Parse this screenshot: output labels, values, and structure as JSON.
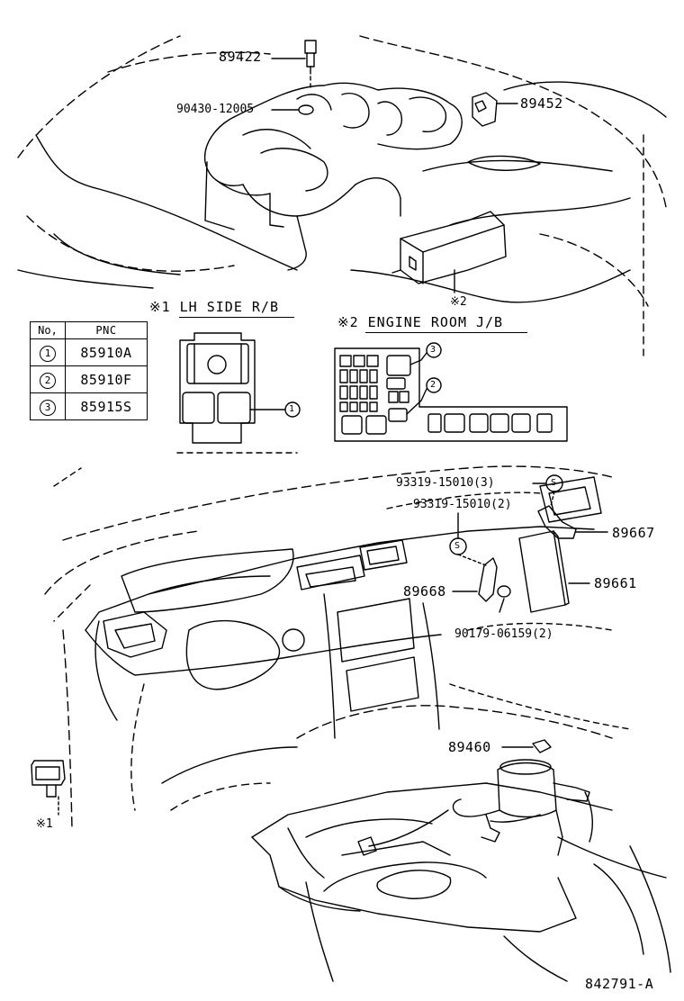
{
  "labels": {
    "p89422": "89422",
    "p90430": "90430-12005",
    "p89452": "89452",
    "note1_title": "※1 LH SIDE R/B",
    "note2_mark": "※2",
    "note2_title": "※2 ENGINE ROOM J/B",
    "p93319a": "93319-15010(3)",
    "p93319b": "93319-15010(2)",
    "p89667": "89667",
    "p89668": "89668",
    "p89661": "89661",
    "p90179": "90179-06159(2)",
    "p89460": "89460",
    "note1_mark": "※1",
    "drawing_no": "842791-A",
    "s_mark_a": "S",
    "s_mark_b": "S",
    "callout_rb_1": "1",
    "callout_jb_3": "3",
    "callout_jb_2": "2"
  },
  "pnc_table": {
    "headers": [
      "No,",
      "PNC"
    ],
    "rows": [
      {
        "no": "1",
        "pnc": "85910A"
      },
      {
        "no": "2",
        "pnc": "85910F"
      },
      {
        "no": "3",
        "pnc": "85915S"
      }
    ]
  }
}
